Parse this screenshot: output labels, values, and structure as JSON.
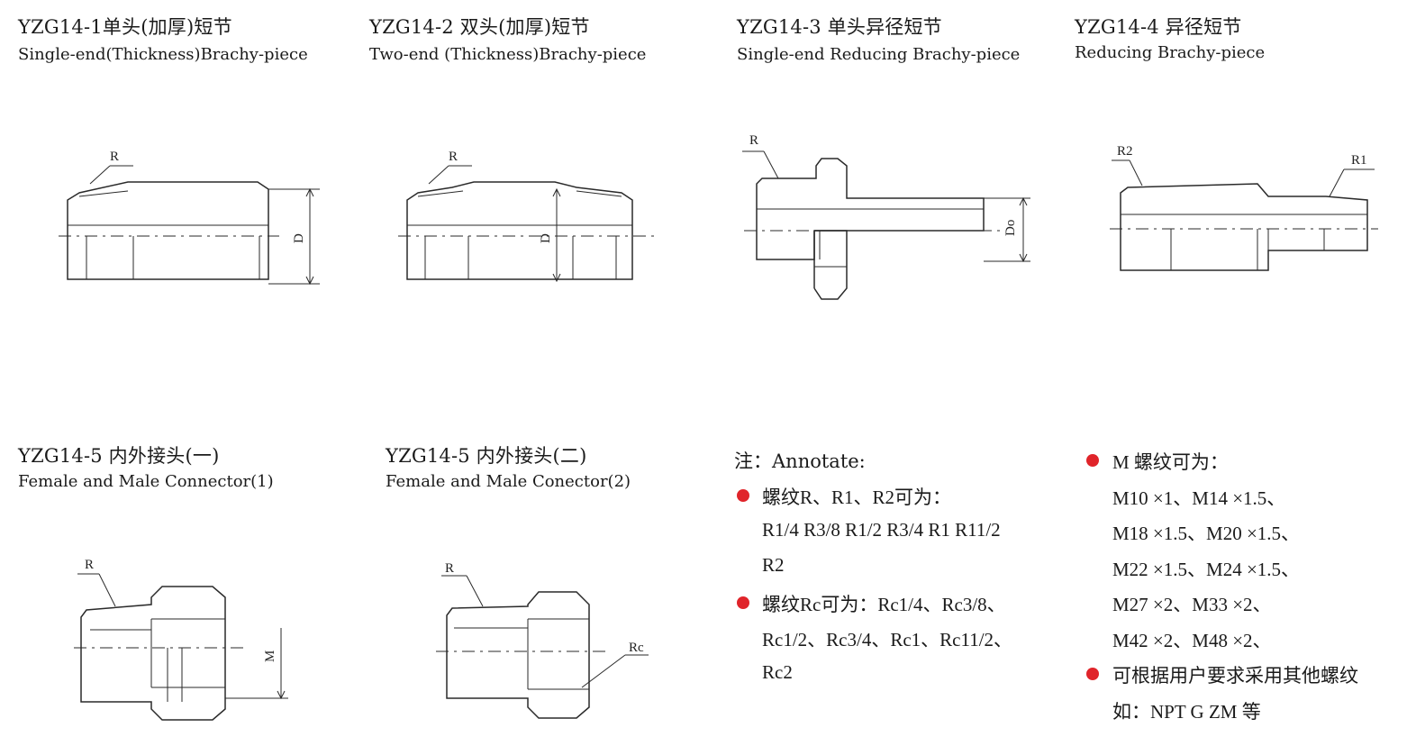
{
  "figures": [
    {
      "code": "YZG14-1单头(加厚)短节",
      "en": "Single-end(Thickness)Brachy-piece",
      "labels": [
        "R",
        "D"
      ]
    },
    {
      "code": "YZG14-2 双头(加厚)短节",
      "en": "Two-end (Thickness)Brachy-piece",
      "labels": [
        "R",
        "D"
      ]
    },
    {
      "code": "YZG14-3 单头异径短节",
      "en": "Single-end Reducing Brachy-piece",
      "labels": [
        "R",
        "Do"
      ]
    },
    {
      "code": "YZG14-4 异径短节",
      "en": "Reducing Brachy-piece",
      "labels": [
        "R2",
        "R1"
      ]
    },
    {
      "code": "YZG14-5 内外接头(一)",
      "en": "Female and Male Connector(1)",
      "labels": [
        "R",
        "M"
      ]
    },
    {
      "code": "YZG14-5 内外接头(二)",
      "en": "Female and Male Conector(2)",
      "labels": [
        "R",
        "Rc"
      ]
    }
  ],
  "notes": {
    "heading": "注：Annotate:",
    "colors": {
      "bullet": "#e0242a"
    },
    "left": [
      {
        "bullet": true,
        "text": "螺纹R、R1、R2可为："
      },
      {
        "bullet": false,
        "text": "R1/4  R3/8  R1/2  R3/4  R1  R11/2"
      },
      {
        "bullet": false,
        "text": "R2"
      },
      {
        "bullet": true,
        "text": "螺纹Rc可为：Rc1/4、Rc3/8、"
      },
      {
        "bullet": false,
        "text": "Rc1/2、Rc3/4、Rc1、Rc11/2、"
      },
      {
        "bullet": false,
        "text": "Rc2"
      }
    ],
    "right": [
      {
        "bullet": true,
        "text": "M 螺纹可为："
      },
      {
        "bullet": false,
        "text": "M10 ×1、M14 ×1.5、"
      },
      {
        "bullet": false,
        "text": "M18 ×1.5、M20 ×1.5、"
      },
      {
        "bullet": false,
        "text": "M22 ×1.5、M24 ×1.5、"
      },
      {
        "bullet": false,
        "text": "M27 ×2、M33 ×2、"
      },
      {
        "bullet": false,
        "text": "M42 ×2、M48 ×2、"
      },
      {
        "bullet": true,
        "text": "可根据用户要求采用其他螺纹"
      },
      {
        "bullet": false,
        "text": "如：NPT G ZM 等"
      }
    ]
  }
}
